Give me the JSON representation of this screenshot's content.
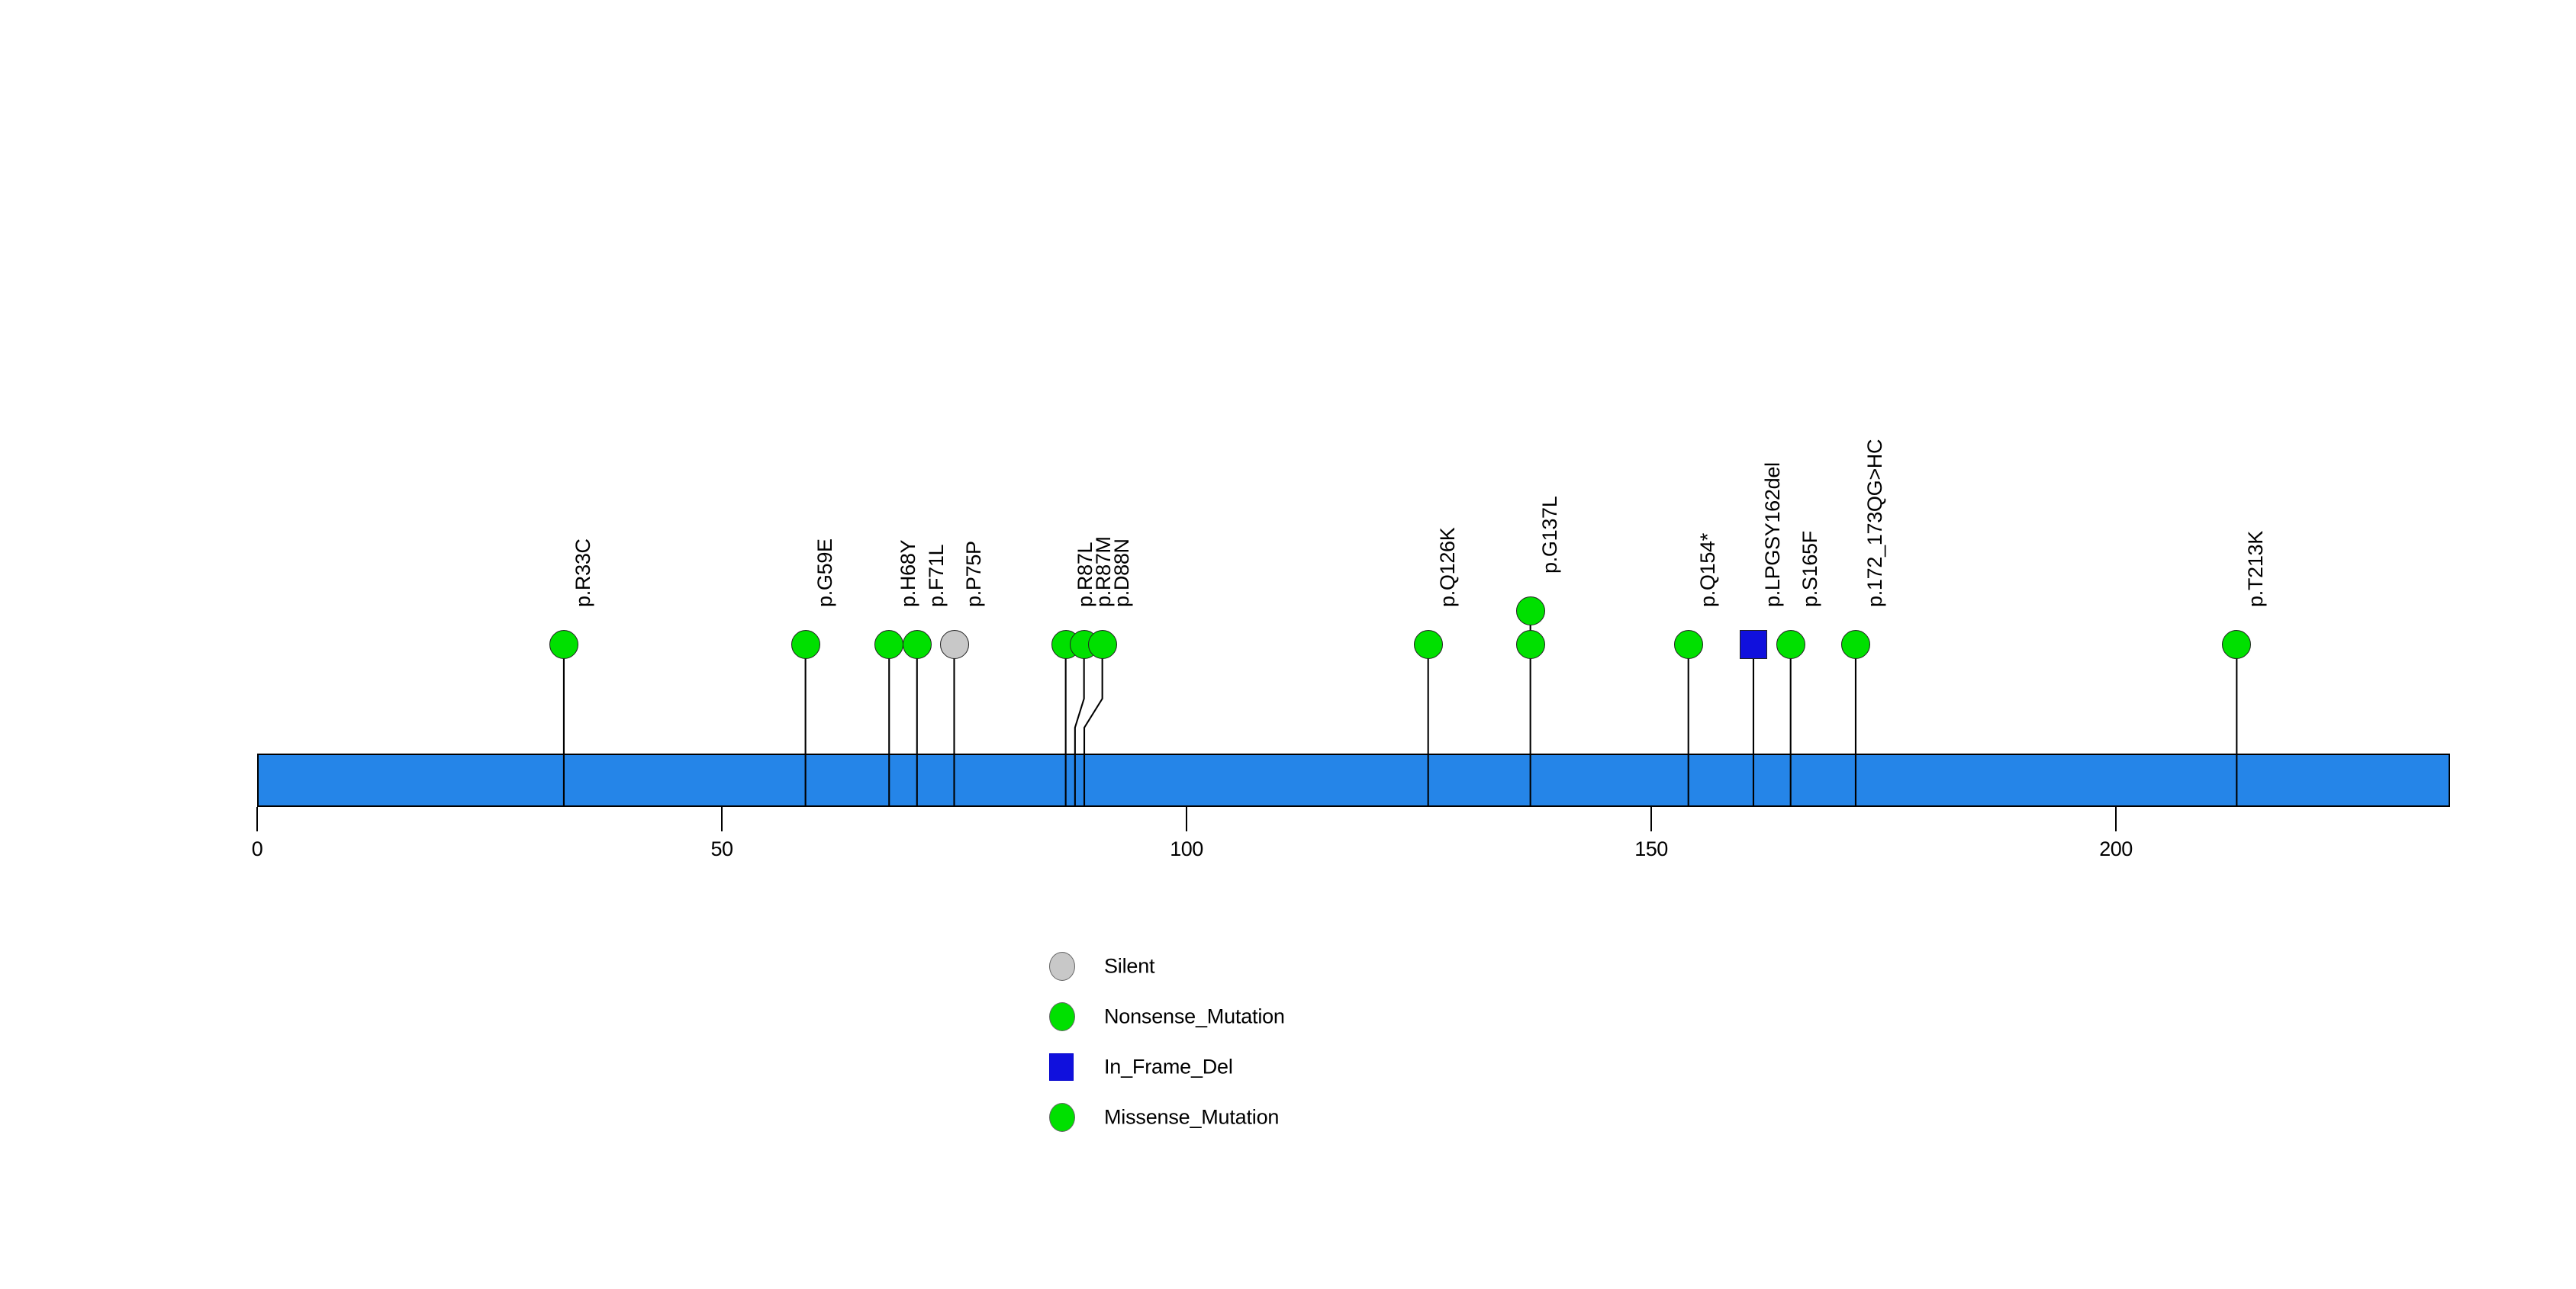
{
  "chart_data": {
    "type": "lollipop",
    "title": "",
    "xlabel": "",
    "ylabel": "",
    "axis": {
      "min": 0,
      "max": 236,
      "ticks": [
        0,
        50,
        100,
        150,
        200
      ],
      "tick_labels": [
        "0",
        "50",
        "100",
        "150",
        "200"
      ],
      "grid": false
    },
    "protein": {
      "length": 236,
      "color": "#2585E8",
      "border_color": "#000000"
    },
    "mutations": [
      {
        "label": "p.R33C",
        "position": 33,
        "count": 1,
        "shape": "circle",
        "color": "#00E000",
        "class": "Missense_Mutation"
      },
      {
        "label": "p.G59E",
        "position": 59,
        "count": 1,
        "shape": "circle",
        "color": "#00E000",
        "class": "Missense_Mutation"
      },
      {
        "label": "p.H68Y",
        "position": 68,
        "count": 1,
        "shape": "circle",
        "color": "#00E000",
        "class": "Missense_Mutation"
      },
      {
        "label": "p.F71L",
        "position": 71,
        "count": 1,
        "shape": "circle",
        "color": "#00E000",
        "class": "Missense_Mutation"
      },
      {
        "label": "p.P75P",
        "position": 75,
        "count": 1,
        "shape": "circle",
        "color": "#C8C8C8",
        "class": "Silent"
      },
      {
        "label": "p.R87L",
        "position": 87,
        "count": 1,
        "shape": "circle",
        "color": "#00E000",
        "class": "Missense_Mutation"
      },
      {
        "label": "p.R87M",
        "position": 88,
        "count": 1,
        "shape": "circle",
        "color": "#00E000",
        "class": "Missense_Mutation"
      },
      {
        "label": "p.D88N",
        "position": 89,
        "count": 1,
        "shape": "circle",
        "color": "#00E000",
        "class": "Missense_Mutation"
      },
      {
        "label": "p.Q126K",
        "position": 126,
        "count": 1,
        "shape": "circle",
        "color": "#00E000",
        "class": "Missense_Mutation"
      },
      {
        "label": "p.G137L",
        "position": 137,
        "count": 2,
        "shape": "circle",
        "color": "#00E000",
        "class": "Missense_Mutation"
      },
      {
        "label": "p.Q154*",
        "position": 154,
        "count": 1,
        "shape": "circle",
        "color": "#00E000",
        "class": "Nonsense_Mutation"
      },
      {
        "label": "p.LPGSY162del",
        "position": 161,
        "count": 1,
        "shape": "square",
        "color": "#1010DD",
        "class": "In_Frame_Del"
      },
      {
        "label": "p.S165F",
        "position": 165,
        "count": 1,
        "shape": "circle",
        "color": "#00E000",
        "class": "Missense_Mutation"
      },
      {
        "label": "p.172_173QG>HC",
        "position": 172,
        "count": 1,
        "shape": "circle",
        "color": "#00E000",
        "class": "Missense_Mutation"
      },
      {
        "label": "p.T213K",
        "position": 213,
        "count": 1,
        "shape": "circle",
        "color": "#00E000",
        "class": "Missense_Mutation"
      }
    ],
    "legend": {
      "position": "bottom-center",
      "entries": [
        {
          "label": "Silent",
          "shape": "circle",
          "color": "#C8C8C8"
        },
        {
          "label": "Nonsense_Mutation",
          "shape": "circle",
          "color": "#00E000"
        },
        {
          "label": "In_Frame_Del",
          "shape": "square",
          "color": "#1010DD"
        },
        {
          "label": "Missense_Mutation",
          "shape": "circle",
          "color": "#00E000"
        }
      ]
    }
  }
}
